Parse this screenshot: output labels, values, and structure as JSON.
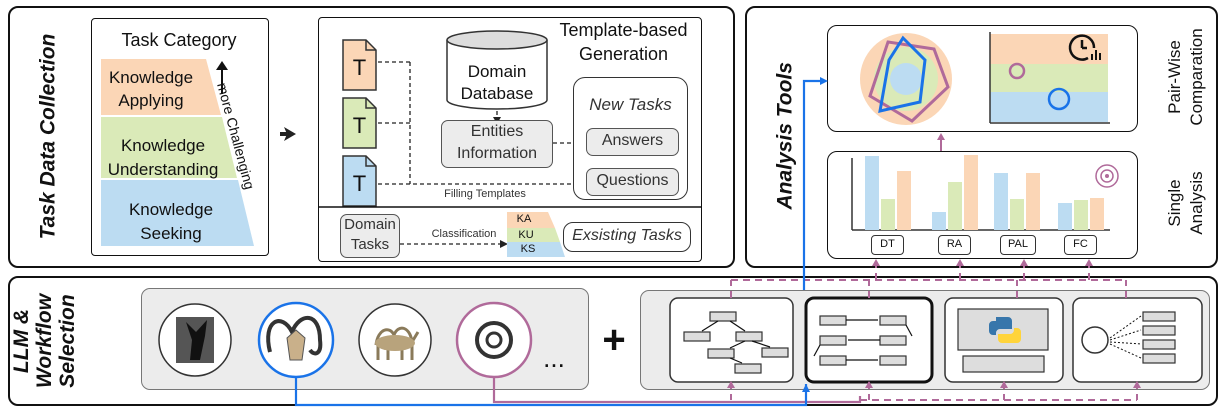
{
  "task_data_collection": {
    "title": "Task Data Collection",
    "category_title": "Task Category",
    "levels": [
      {
        "label_line1": "Knowledge",
        "label_line2": "Applying",
        "color": "#fbd6b6"
      },
      {
        "label_line1": "Knowledge",
        "label_line2": "Understanding",
        "color": "#daeab8"
      },
      {
        "label_line1": "Knowledge",
        "label_line2": "Seeking",
        "color": "#bcdcf2"
      }
    ],
    "arrow_label": "more Challenging",
    "generation": {
      "title_line1": "Template-based",
      "title_line2": "Generation",
      "template_letter": "T",
      "database_line1": "Domain",
      "database_line2": "Database",
      "entities_line1": "Entities",
      "entities_line2": "Information",
      "new_tasks": "New Tasks",
      "answers": "Answers",
      "questions": "Questions",
      "filling_templates": "Filling Templates"
    },
    "existing": {
      "domain_tasks_line1": "Domain",
      "domain_tasks_line2": "Tasks",
      "classification": "Classification",
      "tags": [
        "KA",
        "KU",
        "KS"
      ],
      "existing_tasks": "Exsisting Tasks"
    }
  },
  "analysis_tools": {
    "title": "Analysis Tools",
    "pairwise_line1": "Pair-Wise",
    "pairwise_line2": "Comparation",
    "single_line1": "Single",
    "single_line2": "Analysis",
    "bar_labels": [
      "DT",
      "RA",
      "PAL",
      "FC"
    ]
  },
  "llm_workflow": {
    "title_line1": "LLM &",
    "title_line2": "Workflow",
    "title_line3": "Selection",
    "plus": "+",
    "ellipsis": "..."
  },
  "colors": {
    "blue": "#1a73e8",
    "purple": "#b06a9a",
    "orange": "#fbd6b6",
    "green": "#daeab8",
    "lightblue": "#bcdcf2"
  }
}
